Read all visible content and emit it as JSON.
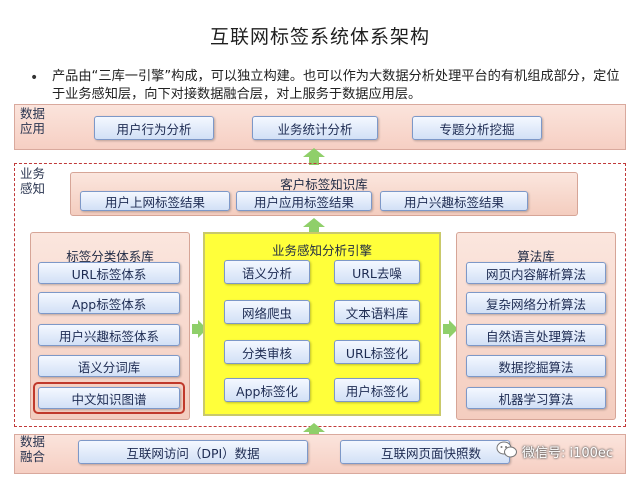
{
  "title": "互联网标签系统体系架构",
  "bullet": "产品由“三库一引擎”构成，可以独立构建。也可以作为大数据分析处理平台的有机组成部分，定位于业务感知层，向下对接数据融合层，对上服务于数据应用层。",
  "bullet_marker": "•",
  "layers": {
    "app": {
      "label": "数据应用",
      "items": [
        "用户行为分析",
        "业务统计分析",
        "专题分析挖掘"
      ]
    },
    "perception": {
      "label": "业务感知",
      "customer_kb": {
        "title": "客户标签知识库",
        "items": [
          "用户上网标签结果",
          "用户应用标签结果",
          "用户兴趣标签结果"
        ]
      },
      "taxonomy": {
        "title": "标签分类体系库",
        "items": [
          "URL标签体系",
          "App标签体系",
          "用户兴趣标签体系",
          "语义分词库",
          "中文知识图谱"
        ]
      },
      "engine": {
        "title": "业务感知分析引擎",
        "items": [
          "语义分析",
          "URL去噪",
          "网络爬虫",
          "文本语料库",
          "分类审核",
          "URL标签化",
          "App标签化",
          "用户标签化"
        ]
      },
      "algorithms": {
        "title": "算法库",
        "items": [
          "网页内容解析算法",
          "复杂网络分析算法",
          "自然语言处理算法",
          "数据挖掘算法",
          "机器学习算法"
        ]
      }
    },
    "fusion": {
      "label": "数据融合",
      "items": [
        "互联网访问（DPI）数据",
        "互联网页面快照数"
      ]
    }
  },
  "watermark": "微信号: i100ec",
  "colors": {
    "arrow": "#8fcf6a",
    "engine_bg": "#ffff3a",
    "dashed": "#c03a3a",
    "pill_border": "#7d98c8"
  }
}
